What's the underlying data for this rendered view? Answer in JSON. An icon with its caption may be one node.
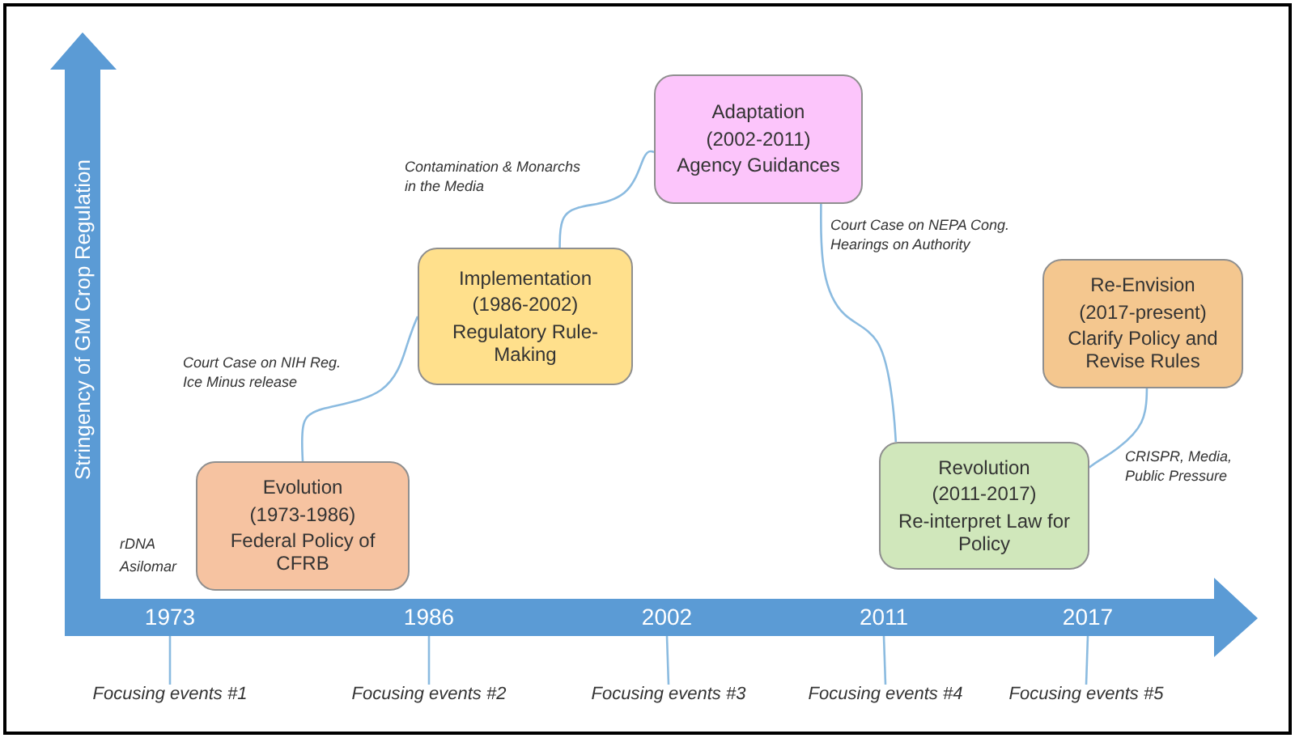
{
  "diagram": {
    "nodes": [
      {
        "text": [
          "Evolution",
          "(1973-1986)",
          "Federal Policy of CFRB"
        ]
      },
      {
        "text": [
          "Implementation",
          "(1986-2002)",
          "Regulatory Rule-Making"
        ]
      },
      {
        "text": [
          "Adaptation",
          "(2002-2011)",
          "Agency Guidances"
        ]
      },
      {
        "text": [
          "Revolution",
          "(2011-2017)",
          "Re-interpret Law for Policy"
        ]
      },
      {
        "text": [
          "Re-Envision",
          "(2017-present)",
          "Clarify Policy and Revise Rules"
        ]
      },
      {
        "text": [],
        "shape": "arrow"
      },
      {
        "text": [
          "1973"
        ],
        "in": 5
      },
      {
        "text": [
          "1986"
        ],
        "in": 5
      },
      {
        "text": [
          "2002"
        ],
        "in": 5
      },
      {
        "text": [
          "2011"
        ],
        "in": 5
      },
      {
        "text": [
          "2017"
        ],
        "in": 5
      },
      {
        "text": [
          "Focusing events #1"
        ]
      },
      {
        "text": [
          "Focusing events #2"
        ]
      },
      {
        "text": [
          "Focusing events #3"
        ]
      },
      {
        "text": [
          "Focusing events #4"
        ]
      },
      {
        "text": [
          "Focusing events #5"
        ]
      }
    ],
    "edges": [
      {
        "from": 0,
        "to": 1,
        "arrow": "none",
        "label": "Court Case on NIH Reg. Ice Minus release"
      },
      {
        "from": 1,
        "to": 2,
        "arrow": "none",
        "label": "Contamination & Monarchs in the Media"
      },
      {
        "from": 2,
        "to": 3,
        "arrow": "none",
        "label": "Court Case on NEPA Cong. Hearings on Authority"
      },
      {
        "from": 3,
        "to": 4,
        "arrow": "none",
        "label": "CRISPR, Media, Public Pressure"
      },
      {
        "from": 6,
        "to": 11,
        "arrow": "none"
      },
      {
        "from": 7,
        "to": 12,
        "arrow": "none"
      },
      {
        "from": 8,
        "to": 13,
        "arrow": "none"
      },
      {
        "from": 9,
        "to": 14,
        "arrow": "none"
      },
      {
        "from": 10,
        "to": 15,
        "arrow": "none"
      }
    ],
    "labels": [
      "Stringency of GM Crop Regulation",
      "rDNA Asilomar"
    ]
  }
}
